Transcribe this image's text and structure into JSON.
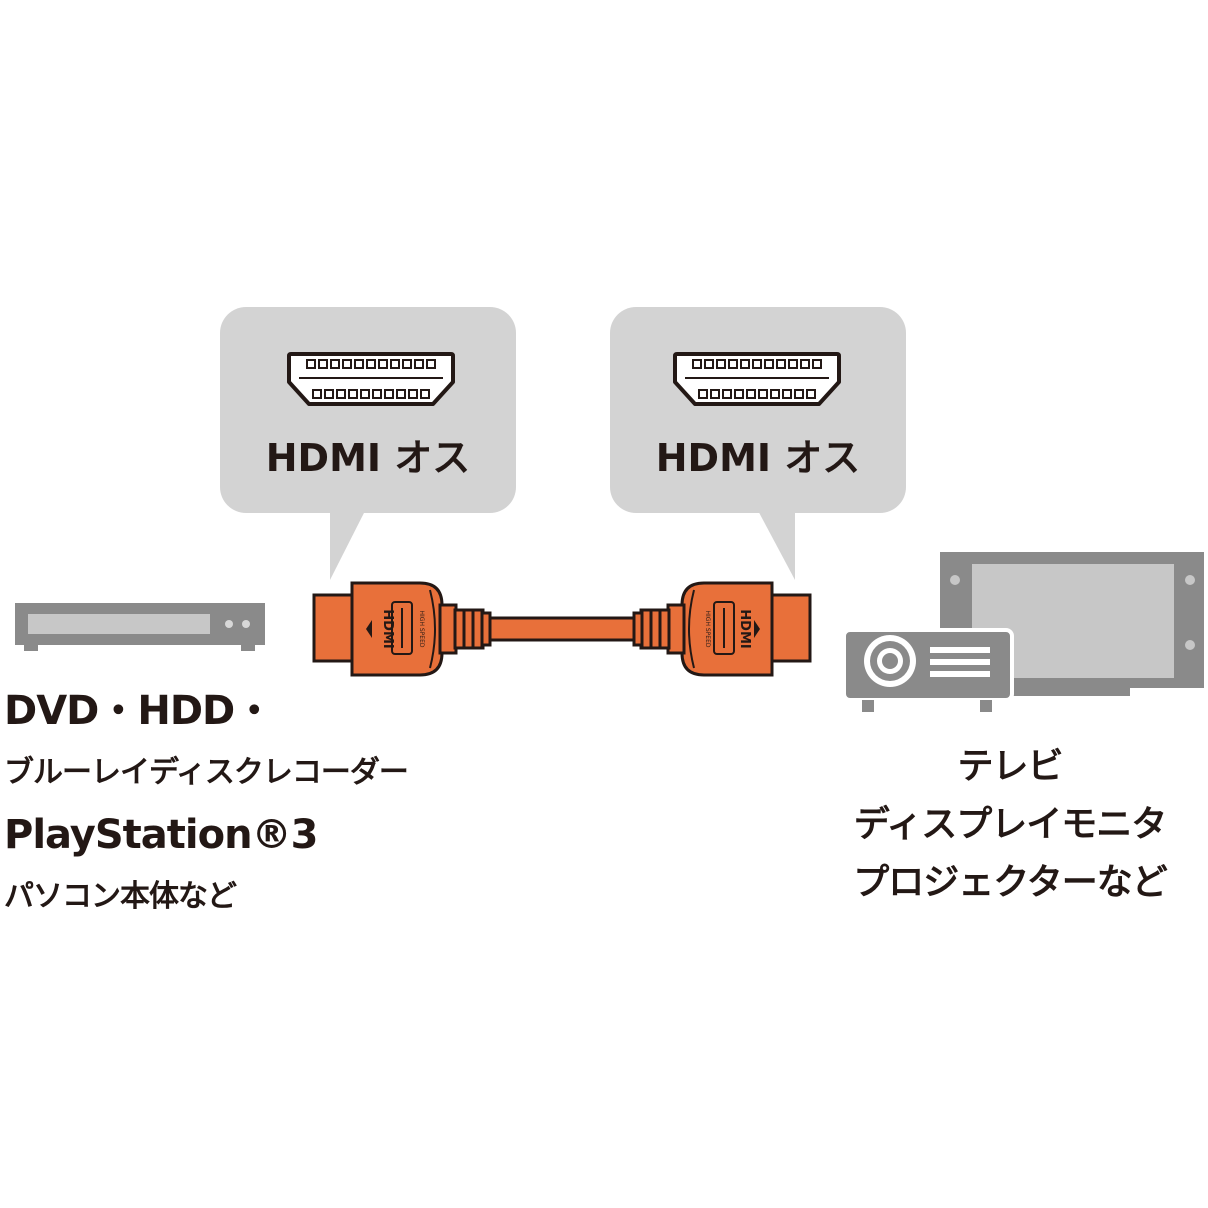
{
  "connectors": {
    "left_label": "HDMI オス",
    "right_label": "HDMI オス"
  },
  "plug_marking": {
    "logo": "HDMI",
    "sub": "HIGH SPEED"
  },
  "source": {
    "lines": [
      "DVD・HDD・",
      "ブルーレイディスクレコーダー",
      "PlayStation®3",
      "パソコン本体など"
    ]
  },
  "destination": {
    "lines": [
      "テレビ",
      "ディスプレイモニタ",
      "プロジェクターなど"
    ]
  },
  "colors": {
    "bubble": "#d3d3d3",
    "cable": "#e8703a",
    "outline": "#231815",
    "device": "#8a8a8a",
    "device_dark": "#707070",
    "screen": "#c7c7c7"
  }
}
